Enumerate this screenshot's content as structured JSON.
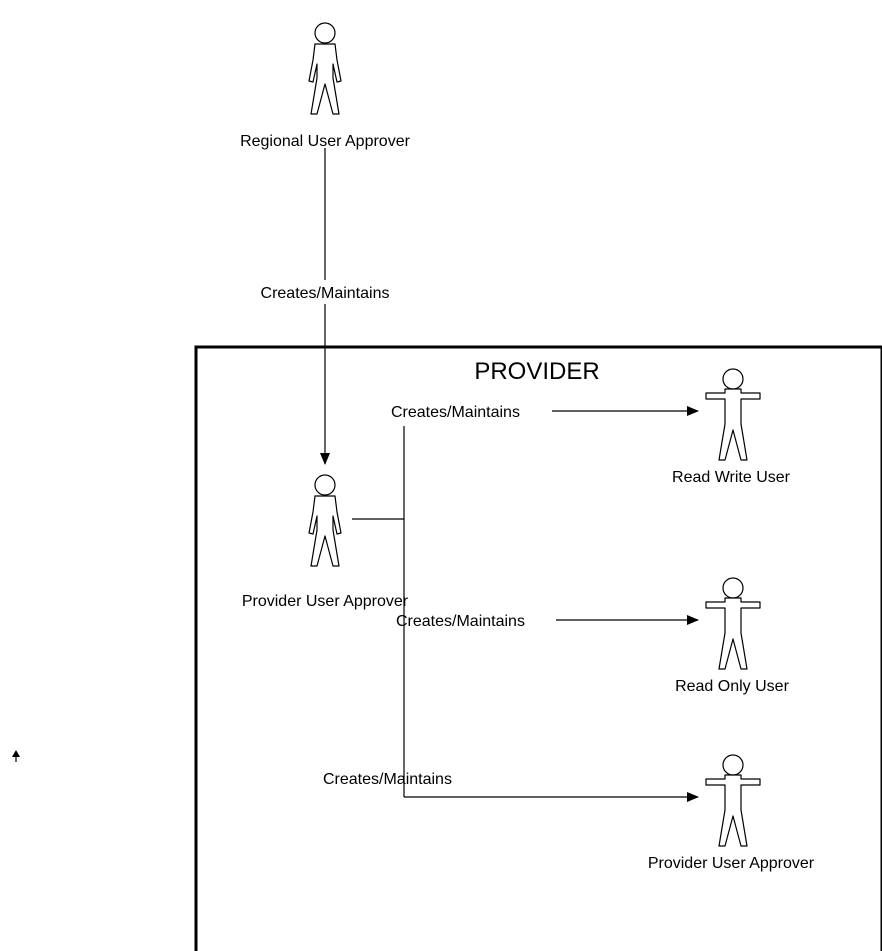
{
  "diagram": {
    "boundary": {
      "title": "PROVIDER"
    },
    "actors": {
      "regional": {
        "label": "Regional User Approver"
      },
      "provider_approver": {
        "label": "Provider User Approver"
      },
      "read_write": {
        "label": "Read Write User"
      },
      "read_only": {
        "label": "Read Only User"
      },
      "provider_approver_target": {
        "label": "Provider User Approver"
      }
    },
    "relations": {
      "regional_to_provider": {
        "label": "Creates/Maintains"
      },
      "provider_to_read_write": {
        "label": "Creates/Maintains"
      },
      "provider_to_read_only": {
        "label": "Creates/Maintains"
      },
      "provider_to_provider": {
        "label": "Creates/Maintains"
      }
    }
  }
}
